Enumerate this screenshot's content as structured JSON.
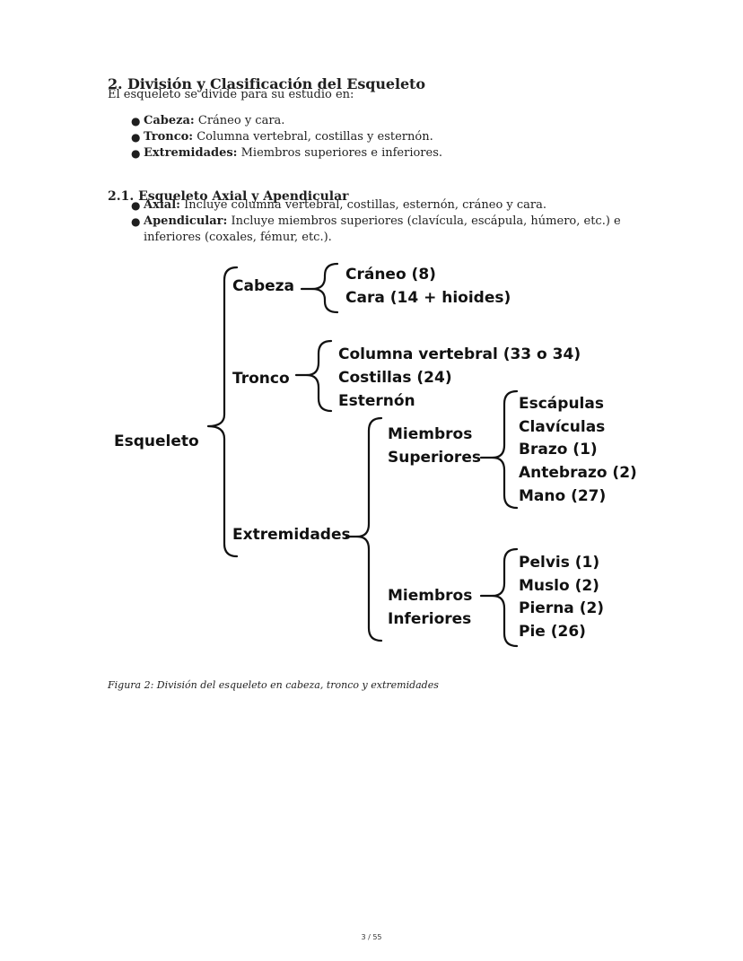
{
  "section": {
    "heading": "2. División y Clasificación del Esqueleto",
    "intro": "El esqueleto se divide para su estudio en:",
    "items": [
      {
        "label": "Cabeza:",
        "text": " Cráneo y cara."
      },
      {
        "label": "Tronco:",
        "text": " Columna vertebral, costillas y esternón."
      },
      {
        "label": "Extremidades:",
        "text": " Miembros superiores e inferiores."
      }
    ]
  },
  "subsection": {
    "heading": "2.1. Esqueleto Axial y Apendicular",
    "items": [
      {
        "label": "Axial:",
        "text": " Incluye columna vertebral, costillas, esternón, cráneo y cara."
      },
      {
        "label": "Apendicular:",
        "text": " Incluye miembros superiores (clavícula, escápula, húmero, etc.) e inferiores (coxales, fémur, etc.)."
      }
    ]
  },
  "diagram": {
    "root": "Esqueleto",
    "cabeza": {
      "label": "Cabeza",
      "children": [
        "Cráneo (8)",
        "Cara (14 + hioides)"
      ]
    },
    "tronco": {
      "label": "Tronco",
      "children": [
        "Columna vertebral (33 o 34)",
        "Costillas (24)",
        "Esternón"
      ]
    },
    "extremidades": {
      "label": "Extremidades",
      "superiores": {
        "label_line_1": "Miembros",
        "label_line_2": "Superiores",
        "children": [
          "Escápulas",
          "Clavículas",
          "Brazo (1)",
          "Antebrazo (2)",
          "Mano (27)"
        ]
      },
      "inferiores": {
        "label_line_1": "Miembros",
        "label_line_2": "Inferiores",
        "children": [
          "Pelvis (1)",
          "Muslo (2)",
          "Pierna (2)",
          "Pie (26)"
        ]
      }
    }
  },
  "caption": "Figura 2: División del esqueleto en cabeza, tronco y extremidades",
  "page_number": "3 / 55"
}
